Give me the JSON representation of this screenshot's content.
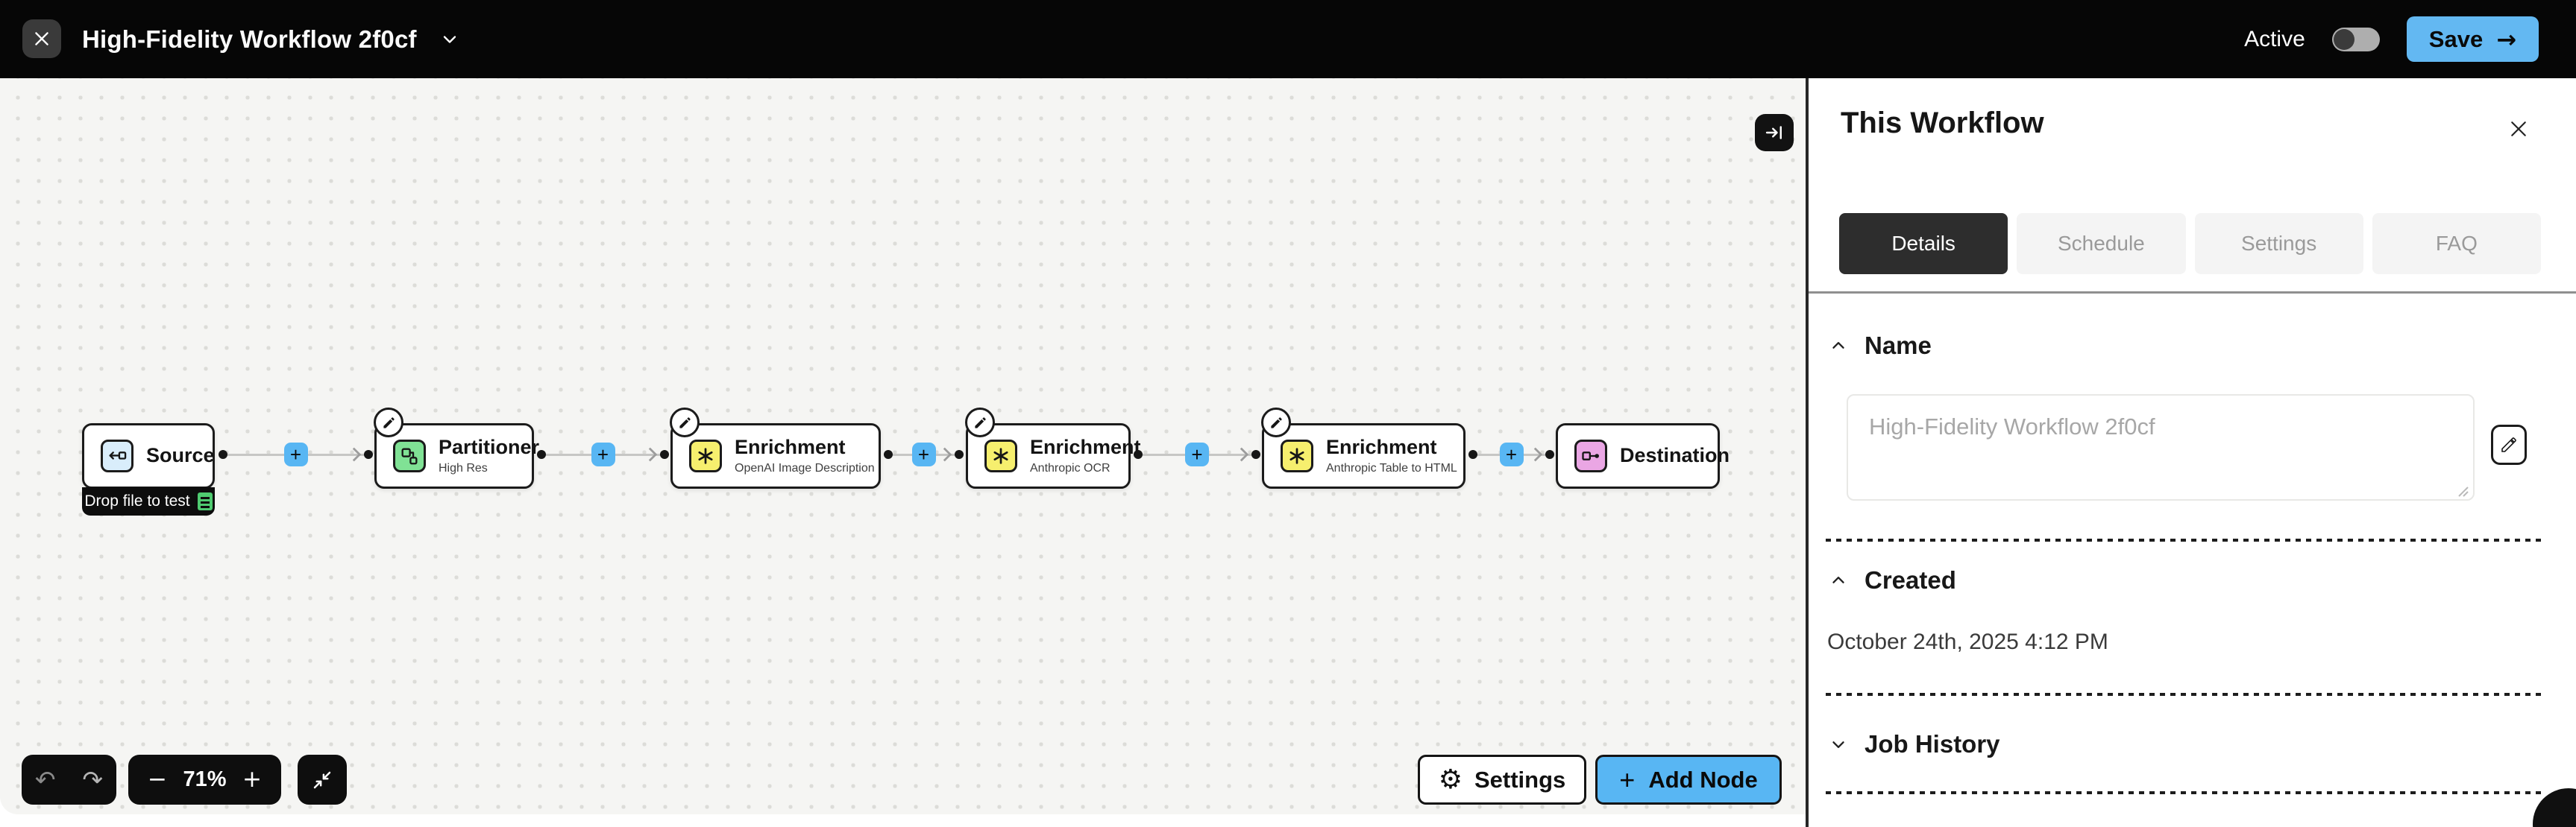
{
  "topbar": {
    "title": "High-Fidelity Workflow 2f0cf",
    "active_label": "Active",
    "save_label": "Save",
    "save_arrow": "→"
  },
  "canvas": {
    "nodes": [
      {
        "type": "source",
        "title": "Source",
        "subtitle": ""
      },
      {
        "type": "partitioner",
        "title": "Partitioner",
        "subtitle": "High Res"
      },
      {
        "type": "enrichment",
        "title": "Enrichment",
        "subtitle": "OpenAI Image Description"
      },
      {
        "type": "enrichment",
        "title": "Enrichment",
        "subtitle": "Anthropic OCR"
      },
      {
        "type": "enrichment",
        "title": "Enrichment",
        "subtitle": "Anthropic Table to HTML"
      },
      {
        "type": "destination",
        "title": "Destination",
        "subtitle": ""
      }
    ],
    "drop_label": "Drop file to test",
    "edge_add": "+",
    "controls": {
      "undo": "↶",
      "redo": "↷",
      "zoom_out": "−",
      "zoom_level": "71%",
      "zoom_in": "+",
      "settings_label": "Settings",
      "gear": "⚙",
      "add_plus": "+",
      "add_node_label": "Add Node"
    }
  },
  "panel": {
    "title": "This Workflow",
    "tabs": [
      {
        "label": "Details",
        "active": true
      },
      {
        "label": "Schedule",
        "active": false
      },
      {
        "label": "Settings",
        "active": false
      },
      {
        "label": "FAQ",
        "active": false
      }
    ],
    "sections": {
      "name": {
        "label": "Name",
        "placeholder": "High-Fidelity Workflow 2f0cf"
      },
      "created": {
        "label": "Created",
        "value": "October 24th, 2025 4:12 PM"
      },
      "job_history": {
        "label": "Job History"
      }
    }
  },
  "colors": {
    "accent_blue": "#58b6f3",
    "node_source_blue": "#d9edfb",
    "node_partitioner_green": "#80e295",
    "node_enrichment_yellow": "#f6ef6e",
    "node_destination_pink": "#eaa6e4",
    "topbar_black": "#060606"
  }
}
